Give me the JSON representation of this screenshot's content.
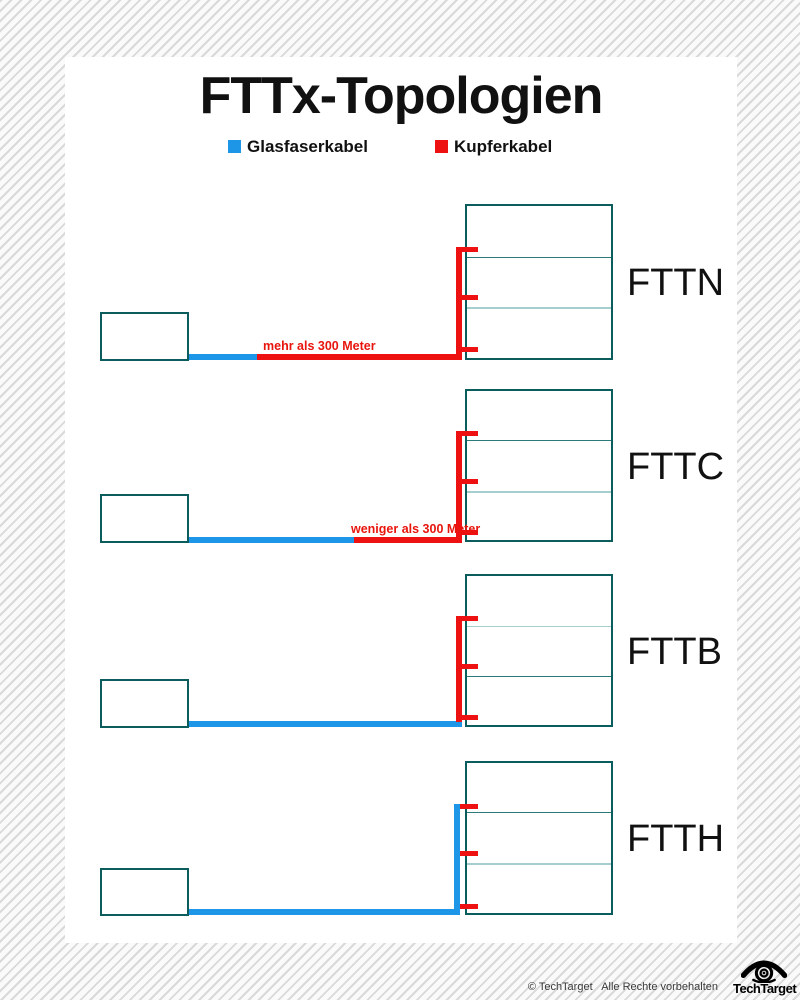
{
  "title": "FTTx-Topologien",
  "legend": {
    "fiber": {
      "label": "Glasfaserkabel",
      "color": "#1e96e8"
    },
    "copper": {
      "label": "Kupferkabel",
      "color": "#ee1111"
    }
  },
  "colors": {
    "building_outline": "#0a5d5c",
    "floor_divider_light": "#a5cfcf",
    "floor_divider_dark": "#2c7a7a"
  },
  "rows": [
    {
      "label": "FTTN",
      "annotation": "mehr als 300 Meter"
    },
    {
      "label": "FTTC",
      "annotation": "weniger als 300 Meter"
    },
    {
      "label": "FTTB",
      "annotation": ""
    },
    {
      "label": "FTTH",
      "annotation": ""
    }
  ],
  "footer": {
    "copyright": "© TechTarget",
    "rights": "Alle Rechte vorbehalten",
    "logo_text": "TechTarget"
  }
}
